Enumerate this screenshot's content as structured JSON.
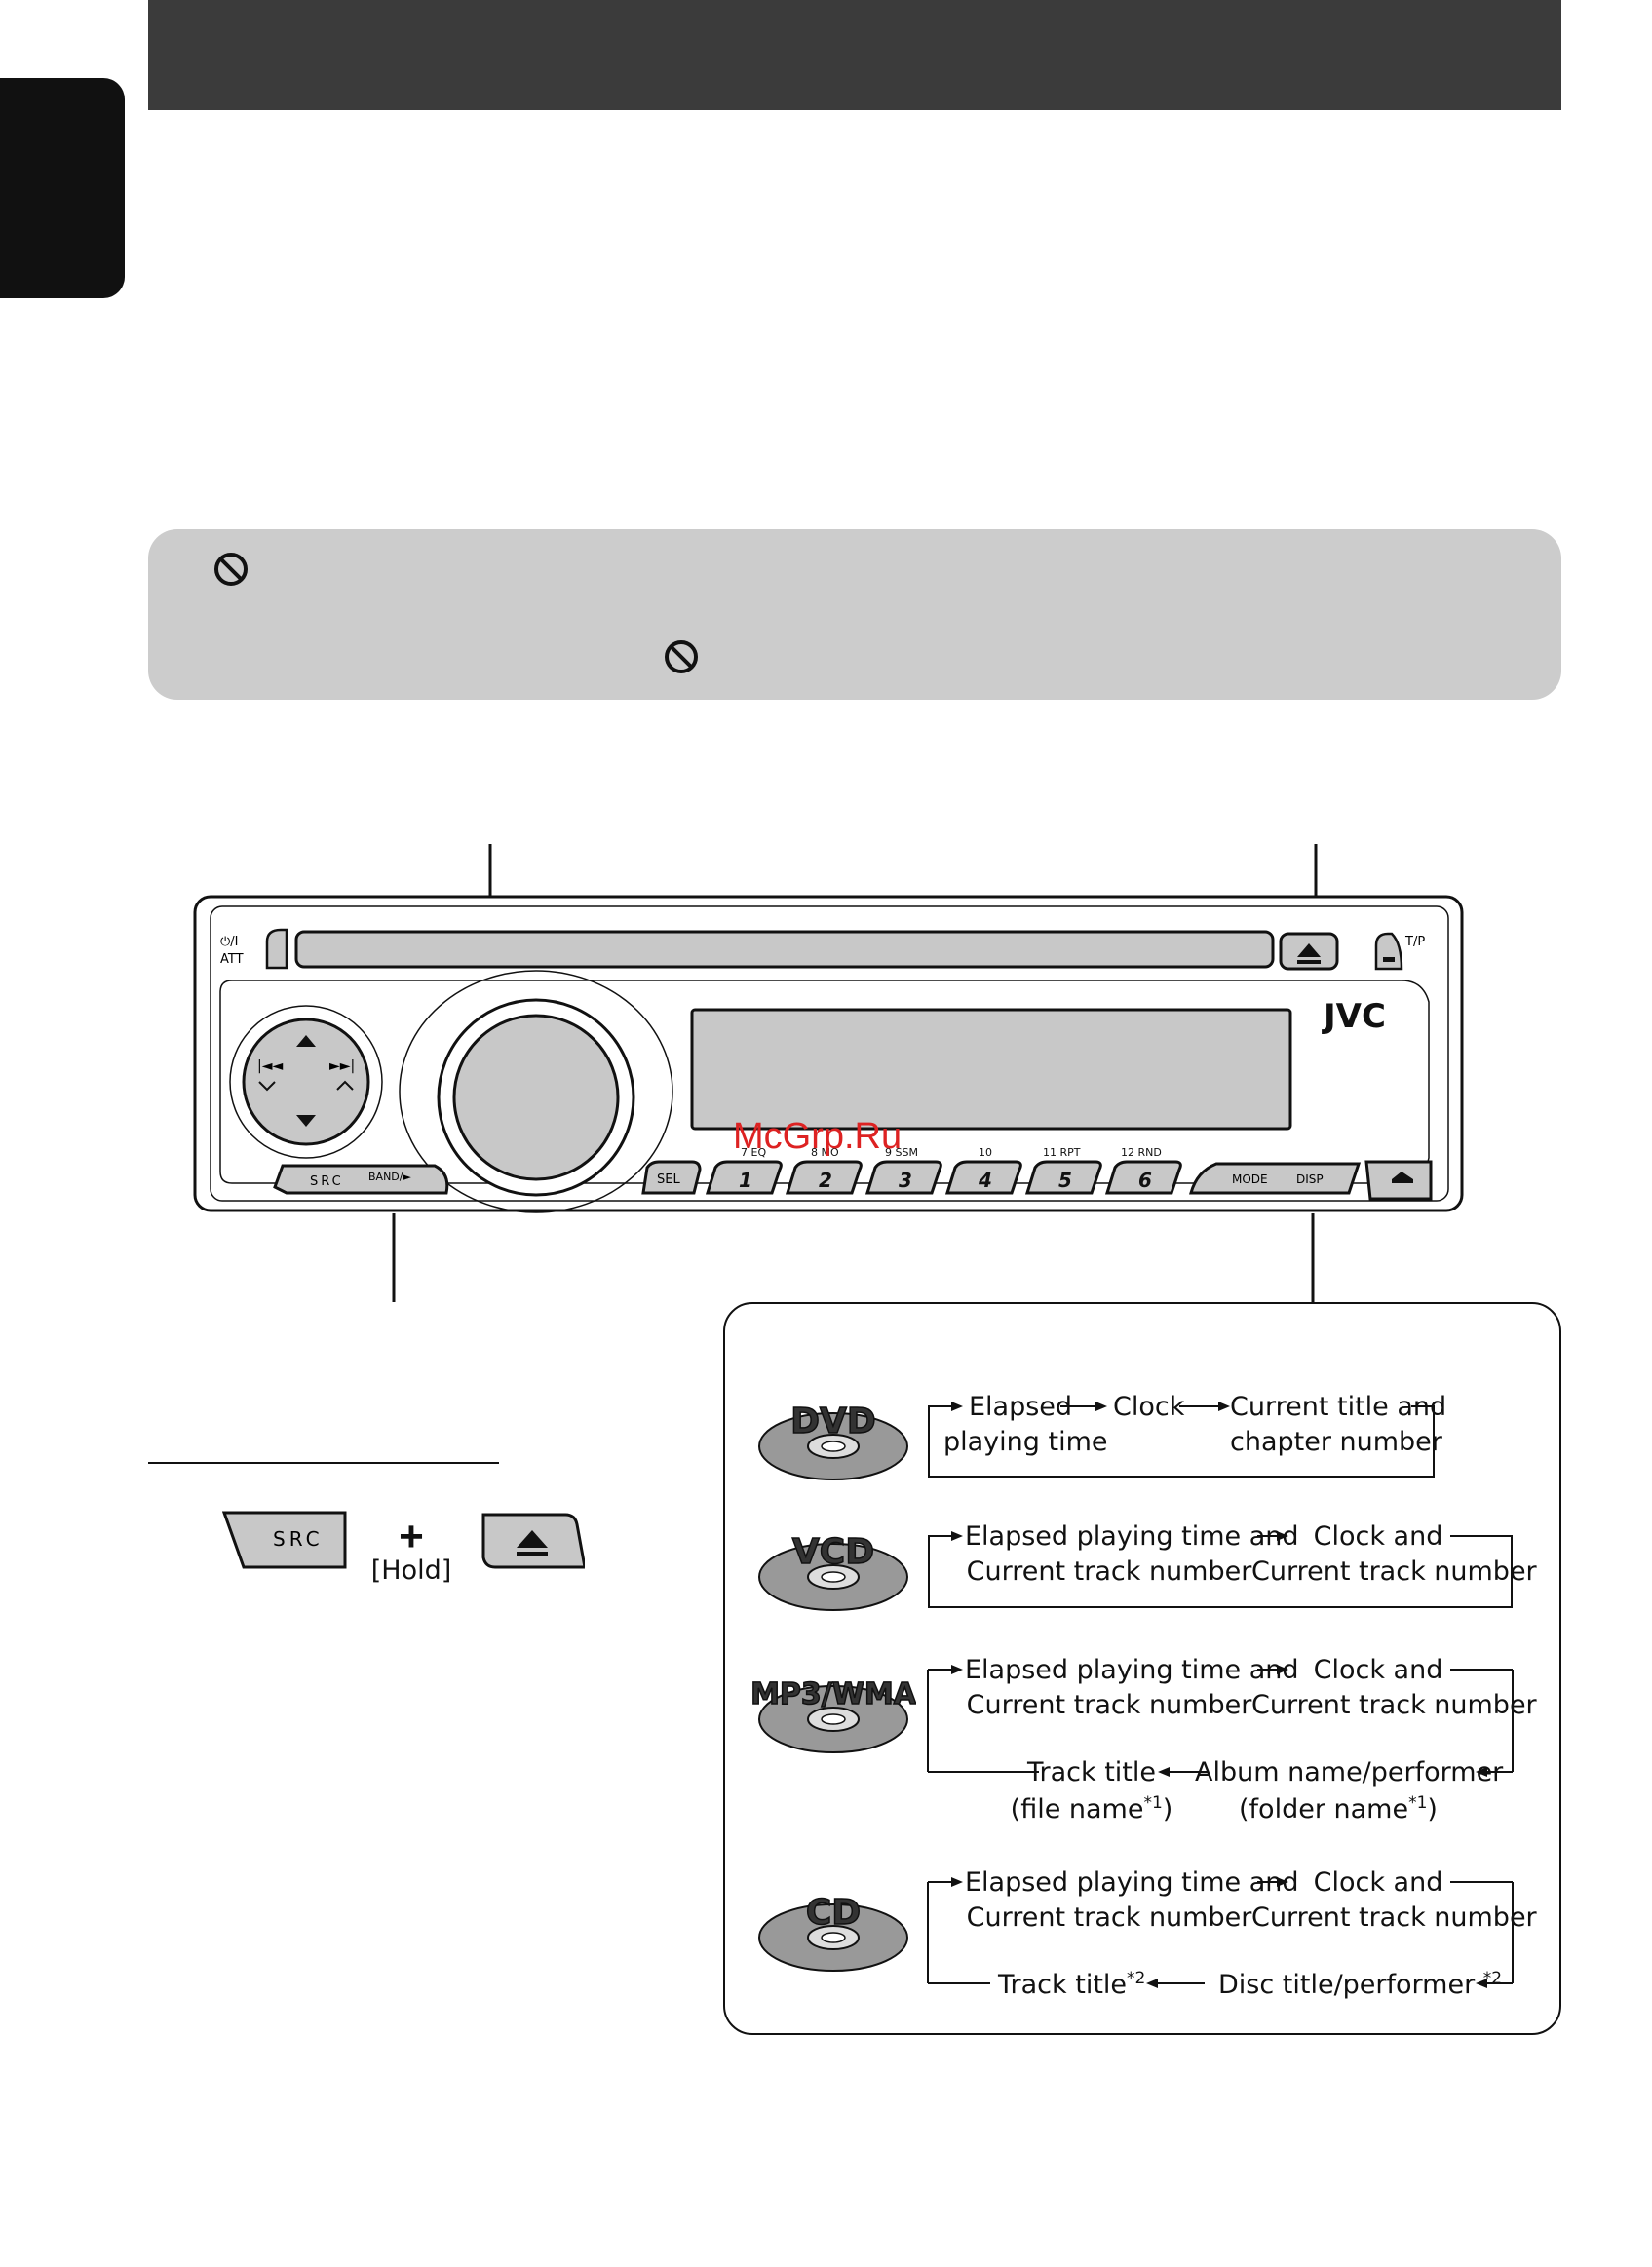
{
  "device": {
    "power_label": "⏻/I",
    "att_label": "ATT",
    "tp_label": "T/P",
    "brand": "JVC",
    "src_label": "SRC",
    "band_label": "BAND/►",
    "sel_label": "SEL",
    "preset_buttons": [
      "1",
      "2",
      "3",
      "4",
      "5",
      "6"
    ],
    "preset_subs": [
      "7  EQ",
      "8  MO",
      "9  SSM",
      "10",
      "11  RPT",
      "12  RND"
    ],
    "mode_label": "MODE",
    "disp_label": "DISP"
  },
  "reset": {
    "src_label": "SRC",
    "plus": "+",
    "hold_label": "[Hold]"
  },
  "watermark": "McGrp.Ru",
  "disc_modes": {
    "dvd": {
      "label": "DVD",
      "steps": [
        "Elapsed",
        "playing time",
        "Clock",
        "Current title and",
        "chapter number"
      ]
    },
    "vcd": {
      "label": "VCD",
      "steps": [
        "Elapsed playing time and",
        "Current track number",
        "Clock and",
        "Current track number"
      ]
    },
    "mp3wma": {
      "label": "MP3/WMA",
      "steps": [
        "Elapsed playing time and",
        "Current track number",
        "Clock and",
        "Current track number",
        "Track title",
        "(file name",
        "*1",
        ")",
        "Album name/performer",
        "(folder name",
        "*1",
        ")"
      ]
    },
    "cd": {
      "label": "CD",
      "steps": [
        "Elapsed playing time and",
        "Current track number",
        "Clock and",
        "Current track number",
        "Track title",
        "*2",
        "Disc title/performer",
        "*2"
      ]
    }
  }
}
